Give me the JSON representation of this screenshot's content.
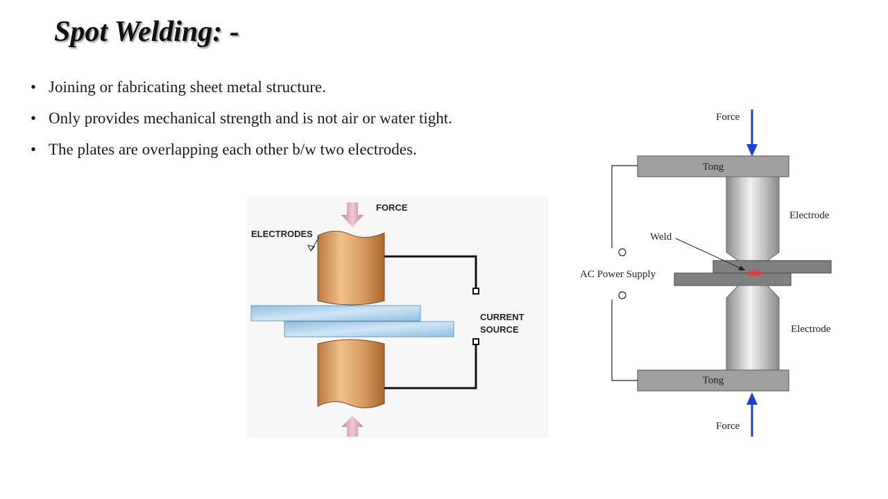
{
  "slide": {
    "title": "Spot Welding: -",
    "bullets": [
      "Joining or fabricating sheet metal structure.",
      "Only provides mechanical strength and is not air or water tight.",
      "The plates are overlapping each other b/w two electrodes."
    ]
  },
  "diagram_left": {
    "labels": {
      "force": "FORCE",
      "electrodes": "ELECTRODES",
      "current_source_line1": "CURRENT",
      "current_source_line2": "SOURCE"
    },
    "colors": {
      "electrode": "#d49a5e",
      "plate": "#a8cfe8",
      "arrow": "#d8a2b3",
      "wire": "#111111"
    }
  },
  "diagram_right": {
    "labels": {
      "force_top": "Force",
      "tong_top": "Tong",
      "electrode_top": "Electrode",
      "weld": "Weld",
      "ac_power_supply": "AC Power Supply",
      "electrode_bottom": "Electrode",
      "tong_bottom": "Tong",
      "force_bottom": "Force"
    },
    "colors": {
      "tong": "#a0a0a0",
      "electrode": "#cfcfcf",
      "plate": "#808080",
      "arrow": "#1a3fd6",
      "weld": "#ff2a2a"
    }
  }
}
